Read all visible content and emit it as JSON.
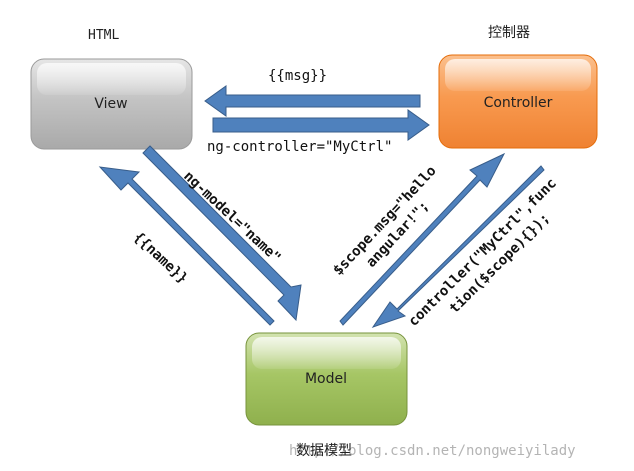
{
  "labels": {
    "html_caption": "HTML",
    "controller_caption": "控制器",
    "model_caption": "数据模型",
    "watermark": "http://blog.csdn.net/nongweiyilady"
  },
  "boxes": {
    "view": "View",
    "controller": "Controller",
    "model": "Model"
  },
  "colors": {
    "view_fill": "#b9b9b9",
    "controller_fill": "#f79646",
    "model_fill": "#9bbb59",
    "arrow_fill": "#4f81bd",
    "arrow_stroke": "#385d8a"
  },
  "arrows": {
    "msg": "{{msg}}",
    "ng_controller": "ng-controller=\"MyCtrl\"",
    "ng_model": "ng-model=\"name\"",
    "name_binding": "{{name}}",
    "scope_msg_line1": "$scope.msg=\"hello",
    "scope_msg_line2": "angular!\";",
    "controller_func_line1": "controller(\"MyCtrl\",func",
    "controller_func_line2": "tion($scope){});"
  }
}
